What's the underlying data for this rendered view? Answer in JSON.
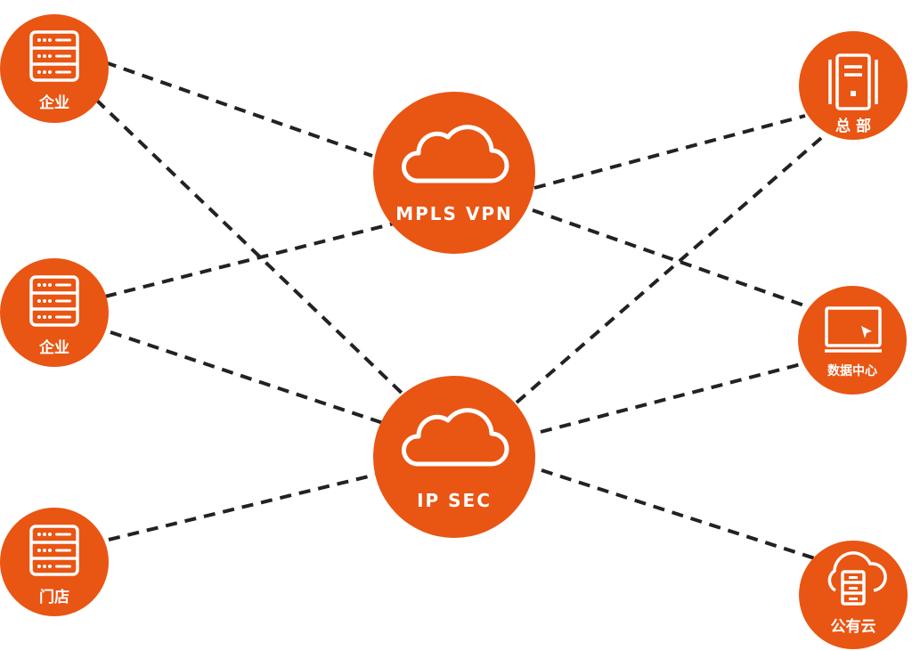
{
  "hubs": {
    "mpls": {
      "label": "MPLS VPN",
      "icon": "cloud-icon"
    },
    "ipsec": {
      "label": "IP SEC",
      "icon": "cloud-icon"
    }
  },
  "left_nodes": {
    "enterprise_1": {
      "label": "企业",
      "icon": "server-icon"
    },
    "enterprise_2": {
      "label": "企业",
      "icon": "server-icon"
    },
    "store": {
      "label": "门店",
      "icon": "server-icon"
    }
  },
  "right_nodes": {
    "headquarters": {
      "label": "总 部",
      "icon": "server-tower-icon"
    },
    "datacenter": {
      "label": "数据中心",
      "icon": "monitor-icon"
    },
    "public_cloud": {
      "label": "公有云",
      "icon": "cloud-server-icon"
    }
  },
  "colors": {
    "node_fill": "#e95513",
    "connector": "#222222",
    "icon_stroke": "#ffffff"
  }
}
